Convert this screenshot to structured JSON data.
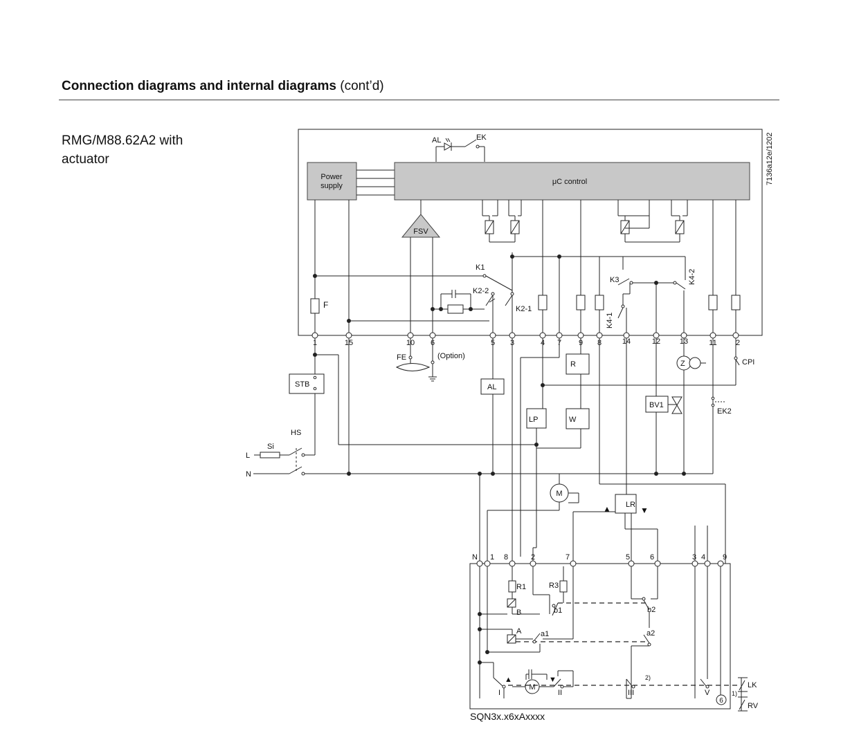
{
  "header": {
    "title": "Connection diagrams and internal diagrams",
    "title_suffix": "(cont’d)"
  },
  "section": {
    "product_line1": "RMG/M88.62A2 with",
    "product_line2": "actuator"
  },
  "diagram": {
    "drawing_number": "7136a12e/1202",
    "power_supply_line1": "Power",
    "power_supply_line2": "supply",
    "controller": "μC control",
    "fsv": "FSV",
    "fuse": "F",
    "option": "(Option)",
    "relays": {
      "k1": "K1",
      "k2_1": "K2-1",
      "k2_2": "K2-2",
      "k3": "K3",
      "k4_1": "K4-1",
      "k4_2": "K4-2"
    },
    "top_labels": {
      "al": "AL",
      "ek": "EK"
    },
    "controller_terminals": [
      "1",
      "15",
      "10",
      "6",
      "5",
      "3",
      "4",
      "7",
      "9",
      "8",
      "14",
      "12",
      "13",
      "11",
      "2"
    ],
    "field_devices": {
      "fe": "FE",
      "stb": "STB",
      "hs": "HS",
      "si": "Si",
      "l": "L",
      "n": "N",
      "al": "AL",
      "r": "R",
      "lp": "LP",
      "w": "W",
      "z": "Z",
      "cpi": "CPI",
      "bv1": "BV1",
      "ek2": "EK2",
      "m": "M",
      "lr": "LR",
      "lr_up": "▲",
      "lr_down": "▼"
    },
    "actuator": {
      "model": "SQN3x.x6xAxxxx",
      "terminals": [
        "N",
        "1",
        "8",
        "2",
        "7",
        "5",
        "6",
        "3",
        "4",
        "9"
      ],
      "components": {
        "r1": "R1",
        "r3": "R3",
        "b": "B",
        "a": "A",
        "b1": "b1",
        "b2": "b2",
        "a1": "a1",
        "a2": "a2",
        "motor": "M",
        "sw_i": "I",
        "sw_ii": "II",
        "sw_iii": "III",
        "sw_v": "V",
        "circled_6": "6",
        "note1": "1)",
        "note2": "2)",
        "lk": "LK",
        "rv": "RV",
        "up": "▲",
        "down": "▼"
      }
    }
  }
}
